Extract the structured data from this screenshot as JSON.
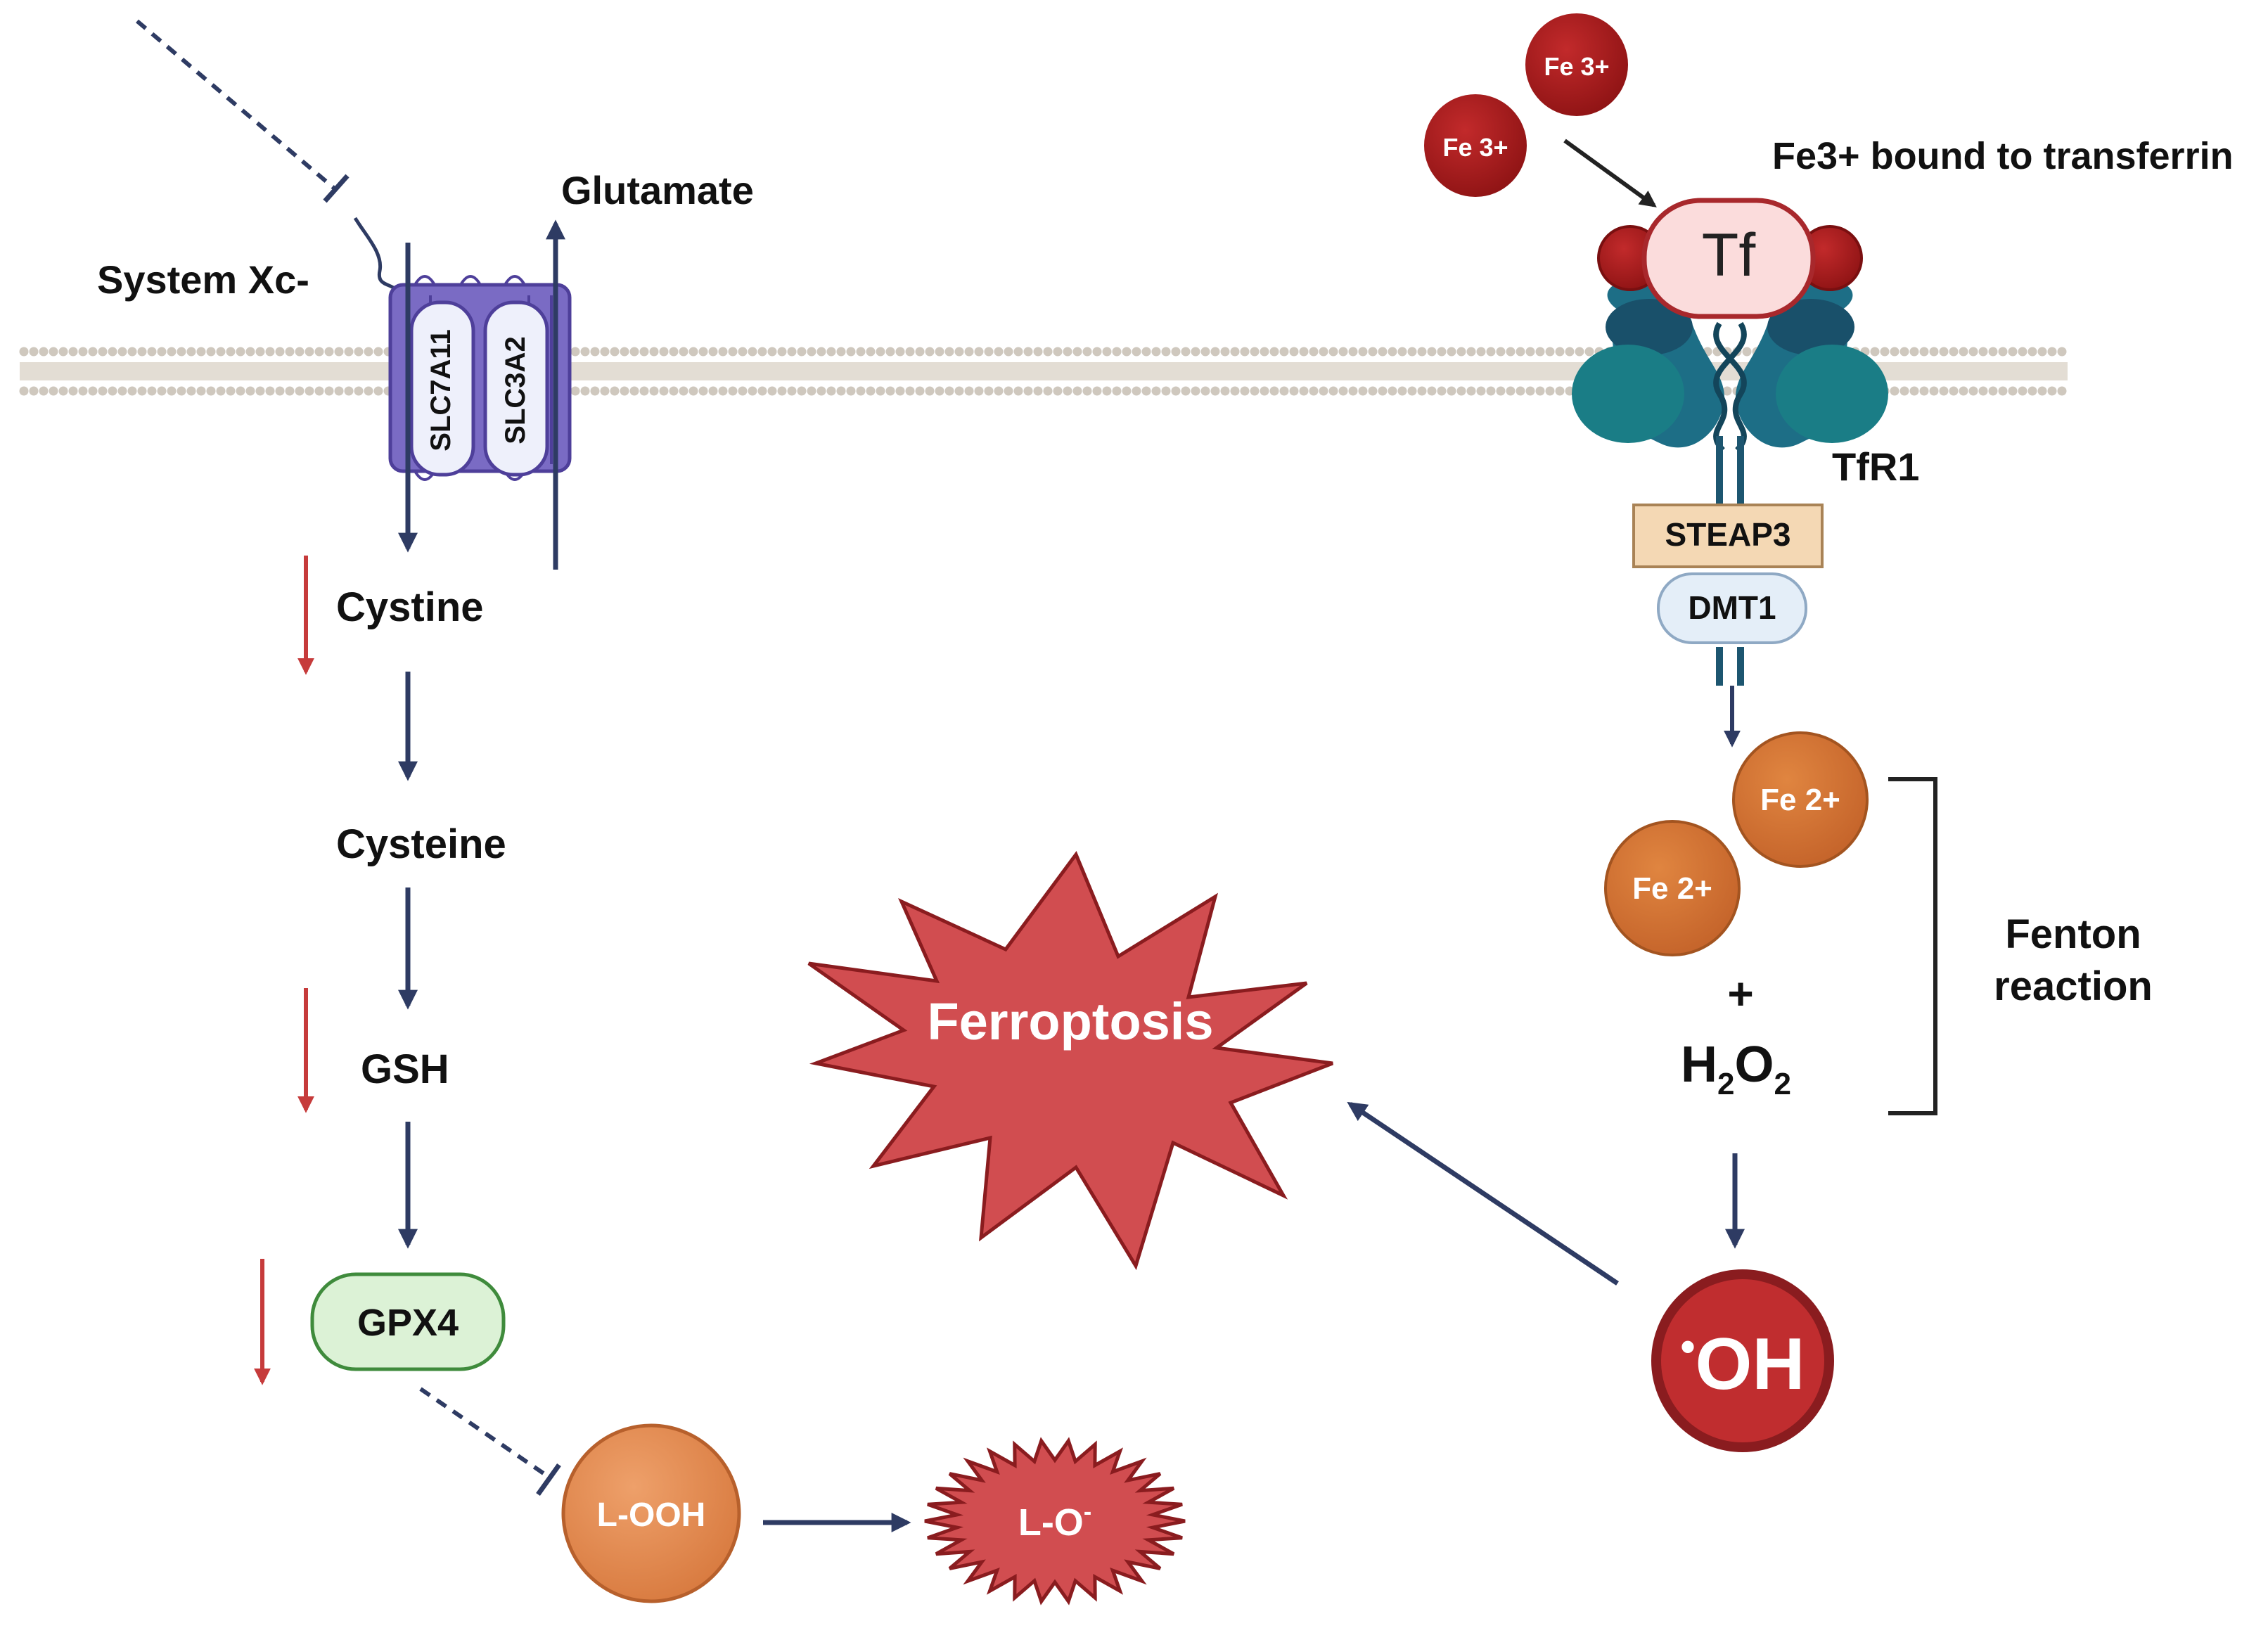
{
  "colors": {
    "arrow_navy": "#2e3b63",
    "arrow_red": "#c63b3b",
    "membrane": "#c9c2b8",
    "transporter": "#7a6bc4",
    "ferroptosis_red": "#d14d50",
    "fe3_red": "#a51819",
    "fe2_orange": "#d4722f",
    "lipid_orange": "#e08a4e",
    "gpx4_green": "#dcf2d6",
    "steap3_tan": "#f4d8b4",
    "tf_pink": "#fbdcdc",
    "tfr1_teal": "#1d6e86",
    "dmt1_blue": "#e4eef8"
  },
  "labels": {
    "system_xc": "System Xc-",
    "glutamate": "Glutamate",
    "slc7a11": "SLC7A11",
    "slc3a2": "SLC3A2",
    "cystine": "Cystine",
    "cysteine": "Cysteine",
    "gsh": "GSH",
    "gpx4": "GPX4",
    "l_ooh": "L-OOH",
    "l_o": "L-O",
    "l_o_sup": "-",
    "ferroptosis": "Ferroptosis",
    "fe3_a": "Fe 3+",
    "fe3_b": "Fe 3+",
    "fe3_caption": "Fe3+ bound to transferrin",
    "tf": "Tf",
    "tfr1": "TfR1",
    "steap3": "STEAP3",
    "dmt1": "DMT1",
    "fe2_a": "Fe 2+",
    "fe2_b": "Fe 2+",
    "plus": "+",
    "h2o2_h": "H",
    "h2o2_sub1": "2",
    "h2o2_o": "O",
    "h2o2_sub2": "2",
    "fenton_line1": "Fenton",
    "fenton_line2": "reaction",
    "oh_dot": "•",
    "oh": "OH"
  }
}
